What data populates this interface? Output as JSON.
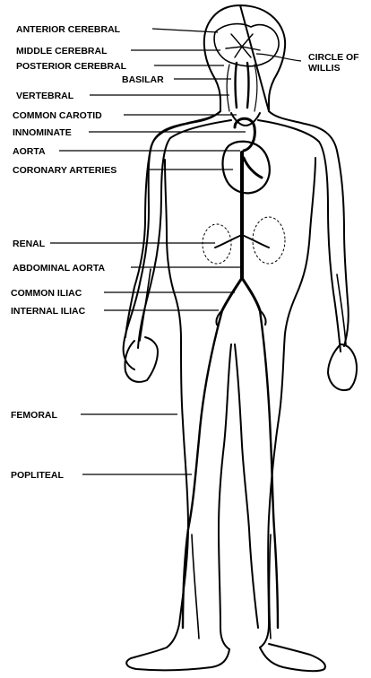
{
  "diagram": {
    "labels": {
      "anterior_cerebral": "ANTERIOR CEREBRAL",
      "middle_cerebral": "MIDDLE CEREBRAL",
      "posterior_cerebral": "POSTERIOR CEREBRAL",
      "basilar": "BASILAR",
      "circle_of_willis_line1": "CIRCLE OF",
      "circle_of_willis_line2": "WILLIS",
      "vertebral": "VERTEBRAL",
      "common_carotid": "COMMON CAROTID",
      "innominate": "INNOMINATE",
      "aorta": "AORTA",
      "coronary_arteries": "CORONARY ARTERIES",
      "renal": "RENAL",
      "abdominal_aorta": "ABDOMINAL AORTA",
      "common_iliac": "COMMON ILIAC",
      "internal_iliac": "INTERNAL ILIAC",
      "femoral": "FEMORAL",
      "popliteal": "POPLITEAL"
    }
  }
}
